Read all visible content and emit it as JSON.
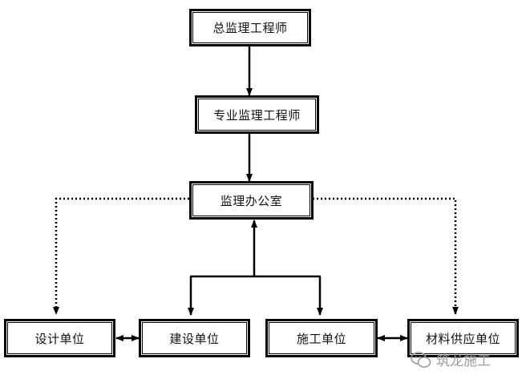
{
  "nodes": {
    "chief": "总监理工程师",
    "specialist": "专业监理工程师",
    "office": "监理办公室",
    "design": "设计单位",
    "construction_owner": "建设单位",
    "contractor": "施工单位",
    "supplier": "材料供应单位"
  },
  "watermark": {
    "text": "筑龙施工",
    "icon": "chat-bubble-icon"
  },
  "colors": {
    "line": "#000000",
    "box_border": "#000000",
    "watermark": "#9a9a9a"
  }
}
